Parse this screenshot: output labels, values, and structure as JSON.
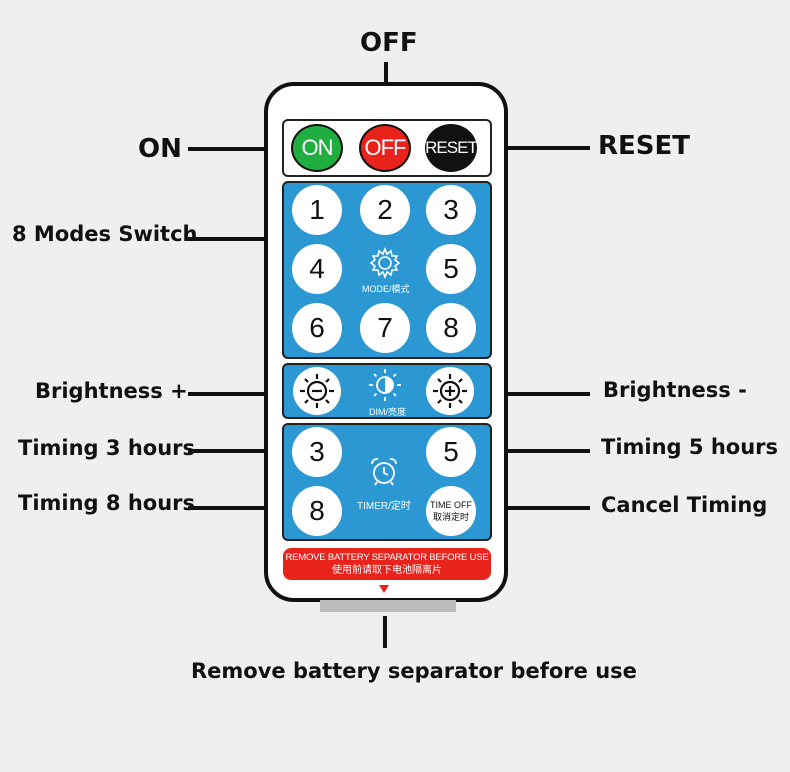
{
  "labels": {
    "on": "ON",
    "off": "OFF",
    "reset": "RESET",
    "modes": "8 Modes Switch",
    "brightness_plus": "Brightness +",
    "brightness_minus": "Brightness -",
    "timing3": "Timing 3 hours",
    "timing5": "Timing 5 hours",
    "timing8": "Timing 8 hours",
    "cancel": "Cancel Timing",
    "separator": "Remove battery separator before use"
  },
  "remote": {
    "on_btn": "ON",
    "off_btn": "OFF",
    "reset_btn": "RESET",
    "modes": [
      "1",
      "2",
      "3",
      "4",
      "5",
      "6",
      "7",
      "8"
    ],
    "mode_caption": "MODE/模式",
    "dim_caption": "DIM/亮度",
    "timer": {
      "t3": "3",
      "t5": "5",
      "t8": "8",
      "caption": "TIMER/定时",
      "off_line1": "TIME OFF",
      "off_line2": "取消定时"
    },
    "warning_en": "REMOVE BATTERY SEPARATOR BEFORE USE",
    "warning_cn": "使用前请取下电池隔离片"
  },
  "colors": {
    "on": "#1fae3f",
    "off": "#e8231b",
    "reset": "#111111",
    "panel": "#2b98d3"
  },
  "icons": [
    "sun-minus-icon",
    "sun-half-icon",
    "sun-plus-icon",
    "gear-icon",
    "alarm-clock-icon",
    "triangle-down-icon"
  ]
}
